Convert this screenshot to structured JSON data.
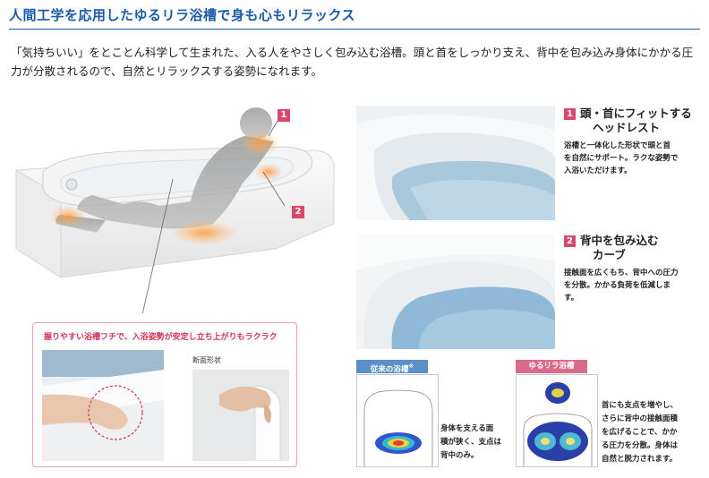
{
  "header": {
    "title": "人間工学を応用したゆるリラ浴槽で身も心もリラックス",
    "intro": "「気持ちいい」をとことん科学して生まれた、入る人をやさしく包み込む浴槽。頭と首をしっかり支え、背中を包み込み身体にかかる圧力が分散されるので、自然とリラックスする姿勢になれます。"
  },
  "hero": {
    "badge1": "1",
    "badge2": "2"
  },
  "callout": {
    "title": "握りやすい浴槽フチで、入浴姿勢が安定し立ち上がりもラクラク",
    "section_label": "断面形状"
  },
  "features": [
    {
      "number": "1",
      "title_line1": "頭・首にフィットする",
      "title_line2": "ヘッドレスト",
      "body_lines": [
        "浴槽と一体化した形状で頭と首",
        "を自然にサポート。ラクな姿勢で",
        "入浴いただけます。"
      ]
    },
    {
      "number": "2",
      "title_line1": "背中を包み込む",
      "title_line2": "カーブ",
      "body_lines": [
        "接触面を広くもち、背中への圧力",
        "を分散。かかる負荷を低減しま",
        "す。"
      ]
    }
  ],
  "comparison": {
    "conventional": {
      "label": "従来の浴槽",
      "mark": "※",
      "text_lines": [
        "身体を支える面",
        "積が狭く、支点は",
        "背中のみ。"
      ],
      "color": "#5a8fc8"
    },
    "yururira": {
      "label": "ゆるリラ浴槽",
      "text_lines": [
        "首にも支点を増やし、",
        "さらに背中の接触面積",
        "を広げることで、かか",
        "る圧力を分散。身体は",
        "自然と脱力されます。"
      ],
      "color": "#d96a8a"
    }
  },
  "colors": {
    "title_blue": "#1a5aa8",
    "accent_pink": "#d9476a",
    "callout_border": "#e7a3b4"
  }
}
